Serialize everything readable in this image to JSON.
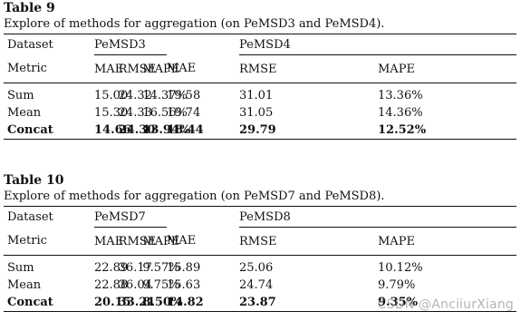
{
  "table9": {
    "title": "Table 9",
    "caption": "Explore of methods for aggregation (on PeMSD3 and PeMSD4).",
    "dataset_label": "Dataset",
    "metric_label": "Metric",
    "dataset_a": "PeMSD3",
    "dataset_b": "PeMSD4",
    "metrics": [
      "MAE",
      "RMSE",
      "MAPE",
      "MAE",
      "RMSE",
      "MAPE"
    ],
    "rows": [
      {
        "name": "Sum",
        "values": [
          "15.00",
          "24.32",
          "14.37%",
          "19.58",
          "31.01",
          "13.36%"
        ],
        "bold": false
      },
      {
        "name": "Mean",
        "values": [
          "15.30",
          "24.33",
          "16.56%",
          "19.74",
          "31.05",
          "14.36%"
        ],
        "bold": false
      },
      {
        "name": "Concat",
        "values": [
          "14.66",
          "24.30",
          "13.94%",
          "18.44",
          "29.79",
          "12.52%"
        ],
        "bold": true
      }
    ]
  },
  "table10": {
    "title": "Table 10",
    "caption": "Explore of methods for aggregation (on PeMSD7 and PeMSD8).",
    "dataset_label": "Dataset",
    "metric_label": "Metric",
    "dataset_a": "PeMSD7",
    "dataset_b": "PeMSD8",
    "metrics": [
      "MAE",
      "RMSE",
      "MAPE",
      "MAE",
      "RMSE",
      "MAPE"
    ],
    "rows": [
      {
        "name": "Sum",
        "values": [
          "22.89",
          "36.17",
          "9.57%",
          "15.89",
          "25.06",
          "10.12%"
        ],
        "bold": false
      },
      {
        "name": "Mean",
        "values": [
          "22.88",
          "36.04",
          "9.75%",
          "15.63",
          "24.74",
          "9.79%"
        ],
        "bold": false
      },
      {
        "name": "Concat",
        "values": [
          "20.15",
          "33.21",
          "8.50%",
          "14.82",
          "23.87",
          "9.35%"
        ],
        "bold": true
      }
    ]
  },
  "watermark": "CSDN @AnciiurXiang"
}
